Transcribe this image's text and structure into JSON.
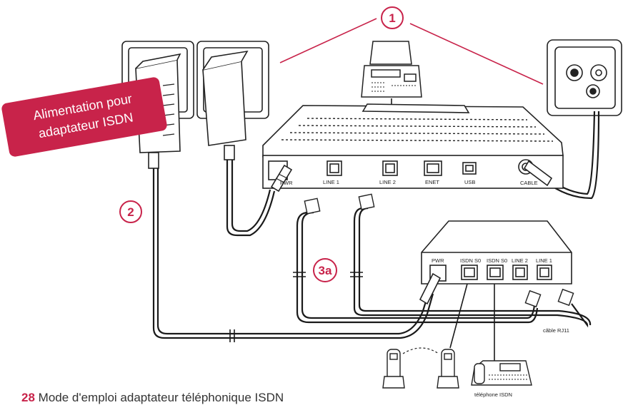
{
  "diagram": {
    "callout": {
      "line1": "Alimentation pour",
      "line2": "adaptateur ISDN",
      "color": "#c8234a"
    },
    "markers": {
      "m1": "1",
      "m2": "2",
      "m3a": "3a"
    },
    "modem_ports": {
      "pwr": "PWR",
      "line1": "LINE 1",
      "line2": "LINE 2",
      "enet": "ENET",
      "usb": "USB",
      "cable": "CABLE"
    },
    "adapter_ports": {
      "pwr": "PWR",
      "isdn_s0_a": "ISDN S0",
      "isdn_s0_b": "ISDN S0",
      "line2": "LINE 2",
      "line1": "LINE 1"
    },
    "cable_label": "câble RJ11",
    "isdn_phone_label": "téléphone ISDN",
    "caption": {
      "fig_number": "28",
      "text": "Mode d'emploi adaptateur téléphonique ISDN"
    },
    "accent_color": "#c8234a",
    "line_color": "#1a1a1a"
  }
}
